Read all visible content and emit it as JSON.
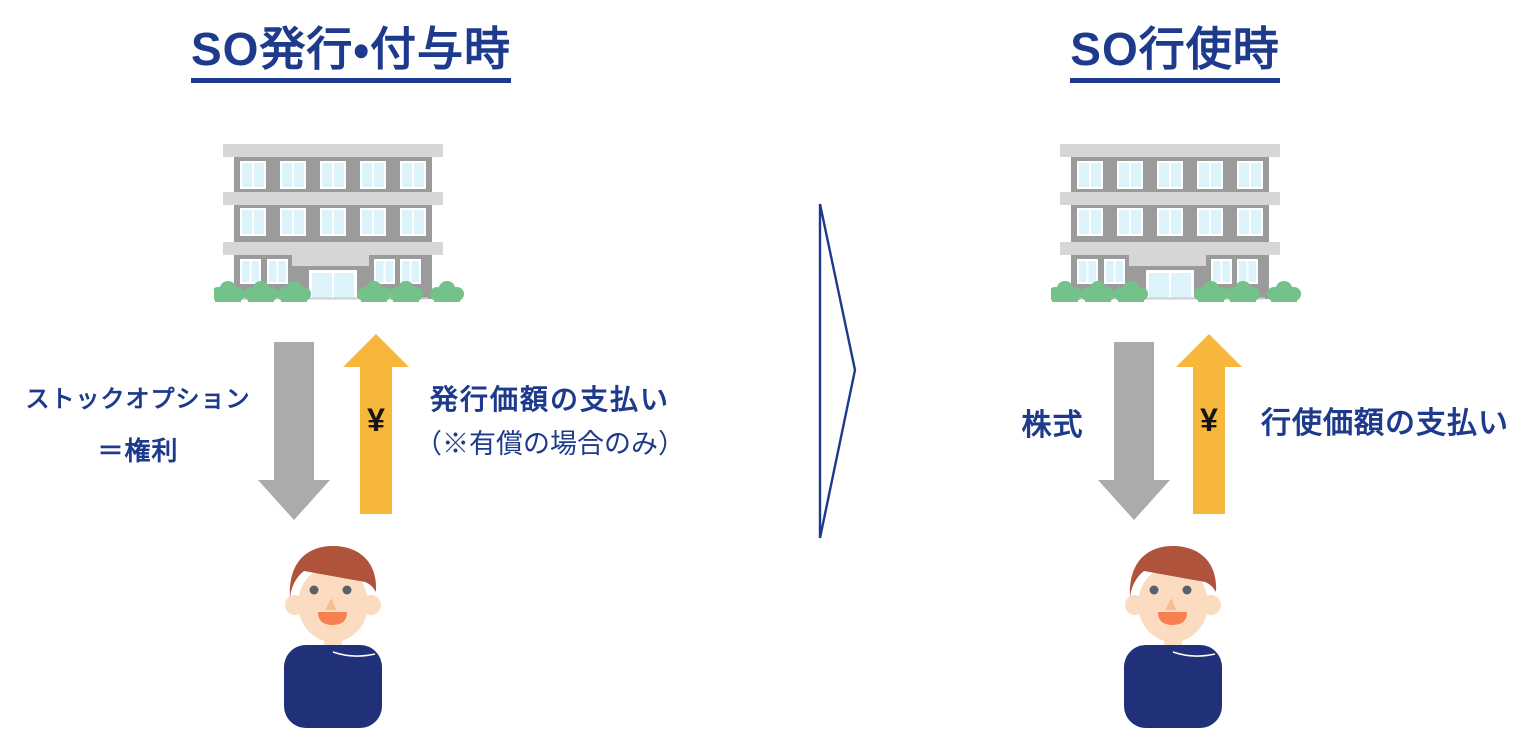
{
  "left": {
    "title": "SO発行・付与時",
    "grant_line1": "ストックオプション",
    "grant_line2": "＝権利",
    "pay_line1": "発行価額の支払い",
    "pay_line2": "（※有償の場合のみ）",
    "yen": "¥"
  },
  "right": {
    "title": "SO行使時",
    "stock_label": "株式",
    "payment_label": "行使価額の支払い",
    "yen": "¥"
  },
  "icons": {
    "building": "company-building-icon (gray 3-story office with blue windows and green bushes)",
    "person": "employee-icon (flat avatar, red-brown hair, navy shirt)",
    "down_arrow": "gray-down-arrow-icon",
    "up_arrow": "yellow-up-arrow-icon with yen symbol",
    "chevron": "transition-chevron-icon (outlined right-pointing triangle)"
  },
  "colors": {
    "navy_text": "#1e3a8c",
    "gray_arrow": "#ababab",
    "yellow_arrow": "#f7b63c",
    "yen_black": "#141414",
    "building_body": "#9b9b9b",
    "building_band": "#d6d6d6",
    "window_blue": "#dcf3fb",
    "window_frame": "#ffffff",
    "bush_green": "#74c189",
    "ground_gray": "#cfcfcf",
    "hair_brown": "#b0533c",
    "skin_tone": "#fcdcc1",
    "eye_gray": "#5a6067",
    "nose_tan": "#f6bd8f",
    "mouth_orange": "#f78050",
    "shirt_navy": "#20317a",
    "chevron_navy": "#1e3a8c"
  }
}
